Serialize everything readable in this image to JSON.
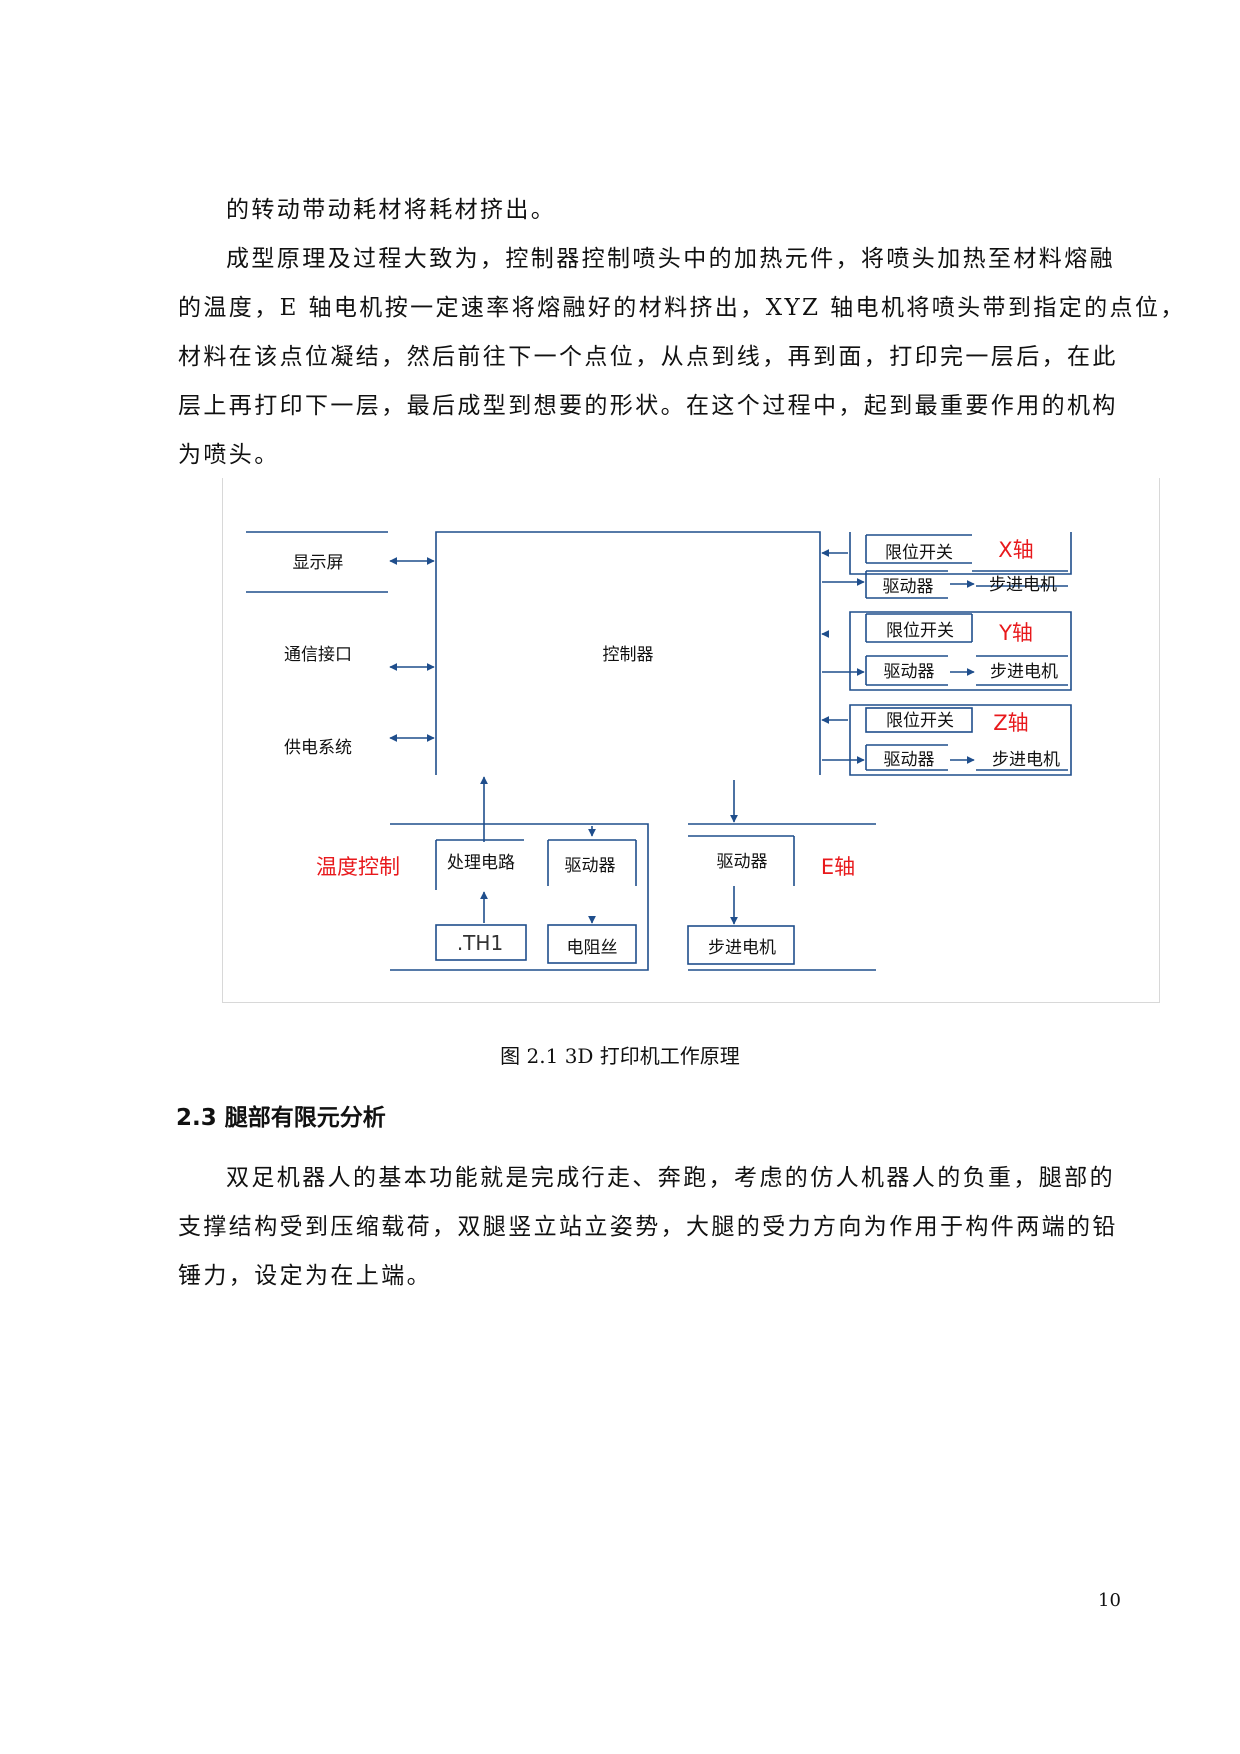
{
  "paragraph1": {
    "lines": [
      "的转动带动耗材将耗材挤出。"
    ]
  },
  "paragraph2": {
    "lines": [
      "成型原理及过程大致为，控制器控制喷头中的加热元件，将喷头加热至材料熔融",
      "的温度，E 轴电机按一定速率将熔融好的材料挤出，XYZ 轴电机将喷头带到指定的点位，",
      "材料在该点位凝结，然后前往下一个点位，从点到线，再到面，打印完一层后，在此",
      "层上再打印下一层，最后成型到想要的形状。在这个过程中，起到最重要作用的机构",
      "为喷头。"
    ]
  },
  "diagram": {
    "display": "显示屏",
    "comm": "通信接口",
    "power": "供电系统",
    "controller": "控制器",
    "limit_switch": "限位开关",
    "driver": "驱动器",
    "stepper": "步进电机",
    "x_axis": "X轴",
    "y_axis": "Y轴",
    "z_axis": "Z轴",
    "temp_control": "温度控制",
    "processing": "处理电路",
    "th1": ".TH1",
    "heater_wire": "电阻丝",
    "e_axis": "E轴",
    "colors": {
      "line": "#1f4e8c",
      "red_label": "#e8191c"
    }
  },
  "caption": "图 2.1  3D 打印机工作原理",
  "section": {
    "heading": "2.3 腿部有限元分析",
    "lines": [
      "双足机器人的基本功能就是完成行走、奔跑，考虑的仿人机器人的负重，腿部的",
      "支撑结构受到压缩载荷，双腿竖立站立姿势，大腿的受力方向为作用于构件两端的铅",
      "锤力，设定为在上端。"
    ]
  },
  "page_number": "10"
}
